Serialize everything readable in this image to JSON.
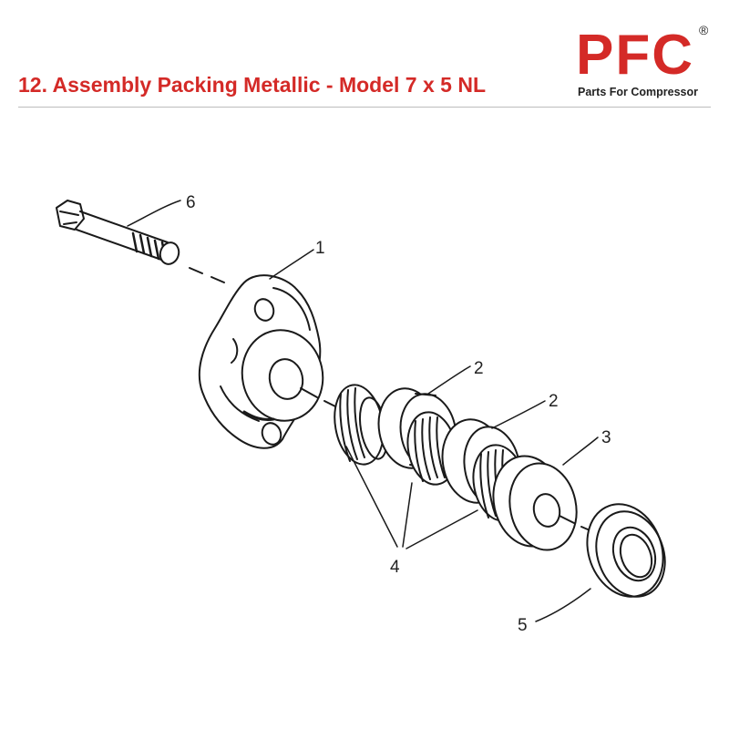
{
  "header": {
    "title": "12. Assembly Packing Metallic - Model 7 x 5 NL"
  },
  "logo": {
    "mark": "PFC",
    "registered": "®",
    "tagline": "Parts For Compressor",
    "color": "#d42a27"
  },
  "diagram": {
    "part_labels": {
      "p1": "1",
      "p2a": "2",
      "p2b": "2",
      "p3": "3",
      "p4": "4",
      "p5": "5",
      "p6": "6"
    }
  }
}
